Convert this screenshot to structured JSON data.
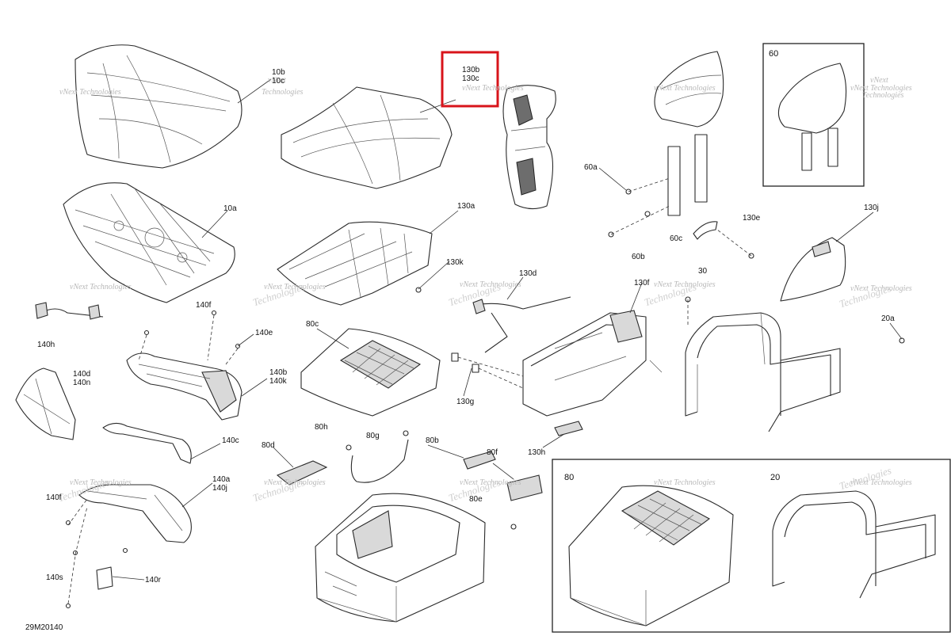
{
  "diagram_code": "29M20140",
  "watermark_lines": [
    "vNext Technologies",
    "vNext",
    "Technologies"
  ],
  "callouts": [
    {
      "id": "10b_10c",
      "text": "10b\n10c"
    },
    {
      "id": "10a",
      "text": "10a"
    },
    {
      "id": "130b_130c",
      "text": "130b\n130c"
    },
    {
      "id": "130a",
      "text": "130a"
    },
    {
      "id": "130k",
      "text": "130k"
    },
    {
      "id": "130d",
      "text": "130d"
    },
    {
      "id": "130f",
      "text": "130f"
    },
    {
      "id": "60",
      "text": "60"
    },
    {
      "id": "60a",
      "text": "60a"
    },
    {
      "id": "60c",
      "text": "60c"
    },
    {
      "id": "60b",
      "text": "60b"
    },
    {
      "id": "130e",
      "text": "130e"
    },
    {
      "id": "130j",
      "text": "130j"
    },
    {
      "id": "30",
      "text": "30"
    },
    {
      "id": "20a",
      "text": "20a"
    },
    {
      "id": "140h",
      "text": "140h"
    },
    {
      "id": "140f_top",
      "text": "140f"
    },
    {
      "id": "140e",
      "text": "140e"
    },
    {
      "id": "140d_140n",
      "text": "140d\n140n"
    },
    {
      "id": "140b_140k",
      "text": "140b\n140k"
    },
    {
      "id": "140c",
      "text": "140c"
    },
    {
      "id": "140a_140j",
      "text": "140a\n140j"
    },
    {
      "id": "140f_bottom",
      "text": "140f"
    },
    {
      "id": "140s",
      "text": "140s"
    },
    {
      "id": "140r",
      "text": "140r"
    },
    {
      "id": "80c",
      "text": "80c"
    },
    {
      "id": "130g",
      "text": "130g"
    },
    {
      "id": "130h",
      "text": "130h"
    },
    {
      "id": "80h",
      "text": "80h"
    },
    {
      "id": "80g",
      "text": "80g"
    },
    {
      "id": "80d",
      "text": "80d"
    },
    {
      "id": "80b",
      "text": "80b"
    },
    {
      "id": "80f",
      "text": "80f"
    },
    {
      "id": "80e",
      "text": "80e"
    },
    {
      "id": "80",
      "text": "80"
    },
    {
      "id": "20",
      "text": "20"
    }
  ],
  "highlight": {
    "target": "130b_130c",
    "color": "#d8141b"
  }
}
